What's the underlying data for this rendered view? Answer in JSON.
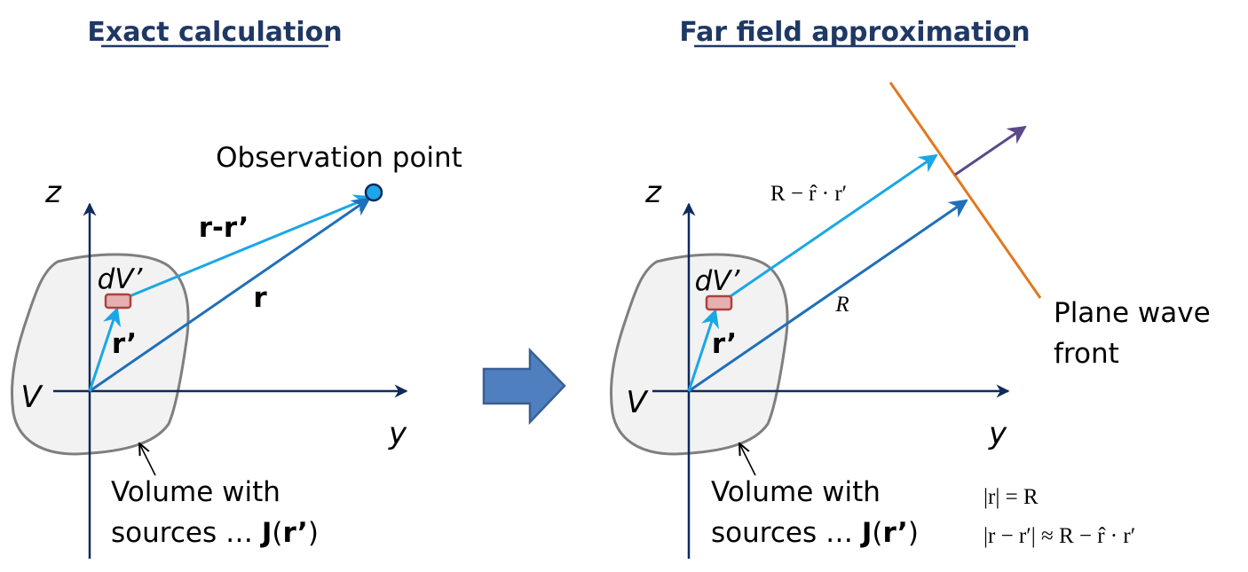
{
  "left_panel": {
    "title": "Exact calculation",
    "observation_label": "Observation point",
    "axis_z": "z",
    "axis_y": "y",
    "volume_label": "V",
    "element_label": "dV’",
    "vec_r_minus_rprime": "r-r’",
    "vec_r": "r",
    "vec_rprime": "r’",
    "volume_caption_line1": "Volume with",
    "volume_caption_line2_prefix": "sources … ",
    "volume_caption_line2_bold": "J",
    "volume_caption_line2_open": "(",
    "volume_caption_line2_arg": "r’",
    "volume_caption_line2_close": ")"
  },
  "right_panel": {
    "title": "Far field approximation",
    "axis_z": "z",
    "axis_y": "y",
    "volume_label": "V",
    "element_label": "dV’",
    "vec_rprime": "r’",
    "vec_R_label": "R",
    "path_label": "R − r̂ · r′",
    "wavefront_line1": "Plane wave",
    "wavefront_line2": "front",
    "volume_caption_line1": "Volume with",
    "volume_caption_line2_prefix": "sources … ",
    "volume_caption_line2_bold": "J",
    "volume_caption_line2_open": "(",
    "volume_caption_line2_arg": "r’",
    "volume_caption_line2_close": ")",
    "eq1": "|r| = R",
    "eq2": "|r − r′| ≈ R − r̂ · r′"
  },
  "colors": {
    "title": "#1f3864",
    "axis": "#0f2a5c",
    "blob_fill": "#f2f2f2",
    "blob_stroke": "#7f7f7f",
    "light_arrow": "#1aa7e6",
    "dark_arrow": "#1f6fba",
    "element_fill": "#e6b0b0",
    "element_stroke": "#b04040",
    "observation_fill": "#1ea7e8",
    "wavefront": "#e2781e",
    "propagation": "#5a4a8a",
    "big_arrow": "#4f7fbf"
  },
  "icons": {
    "transition": "right-block-arrow-icon"
  }
}
